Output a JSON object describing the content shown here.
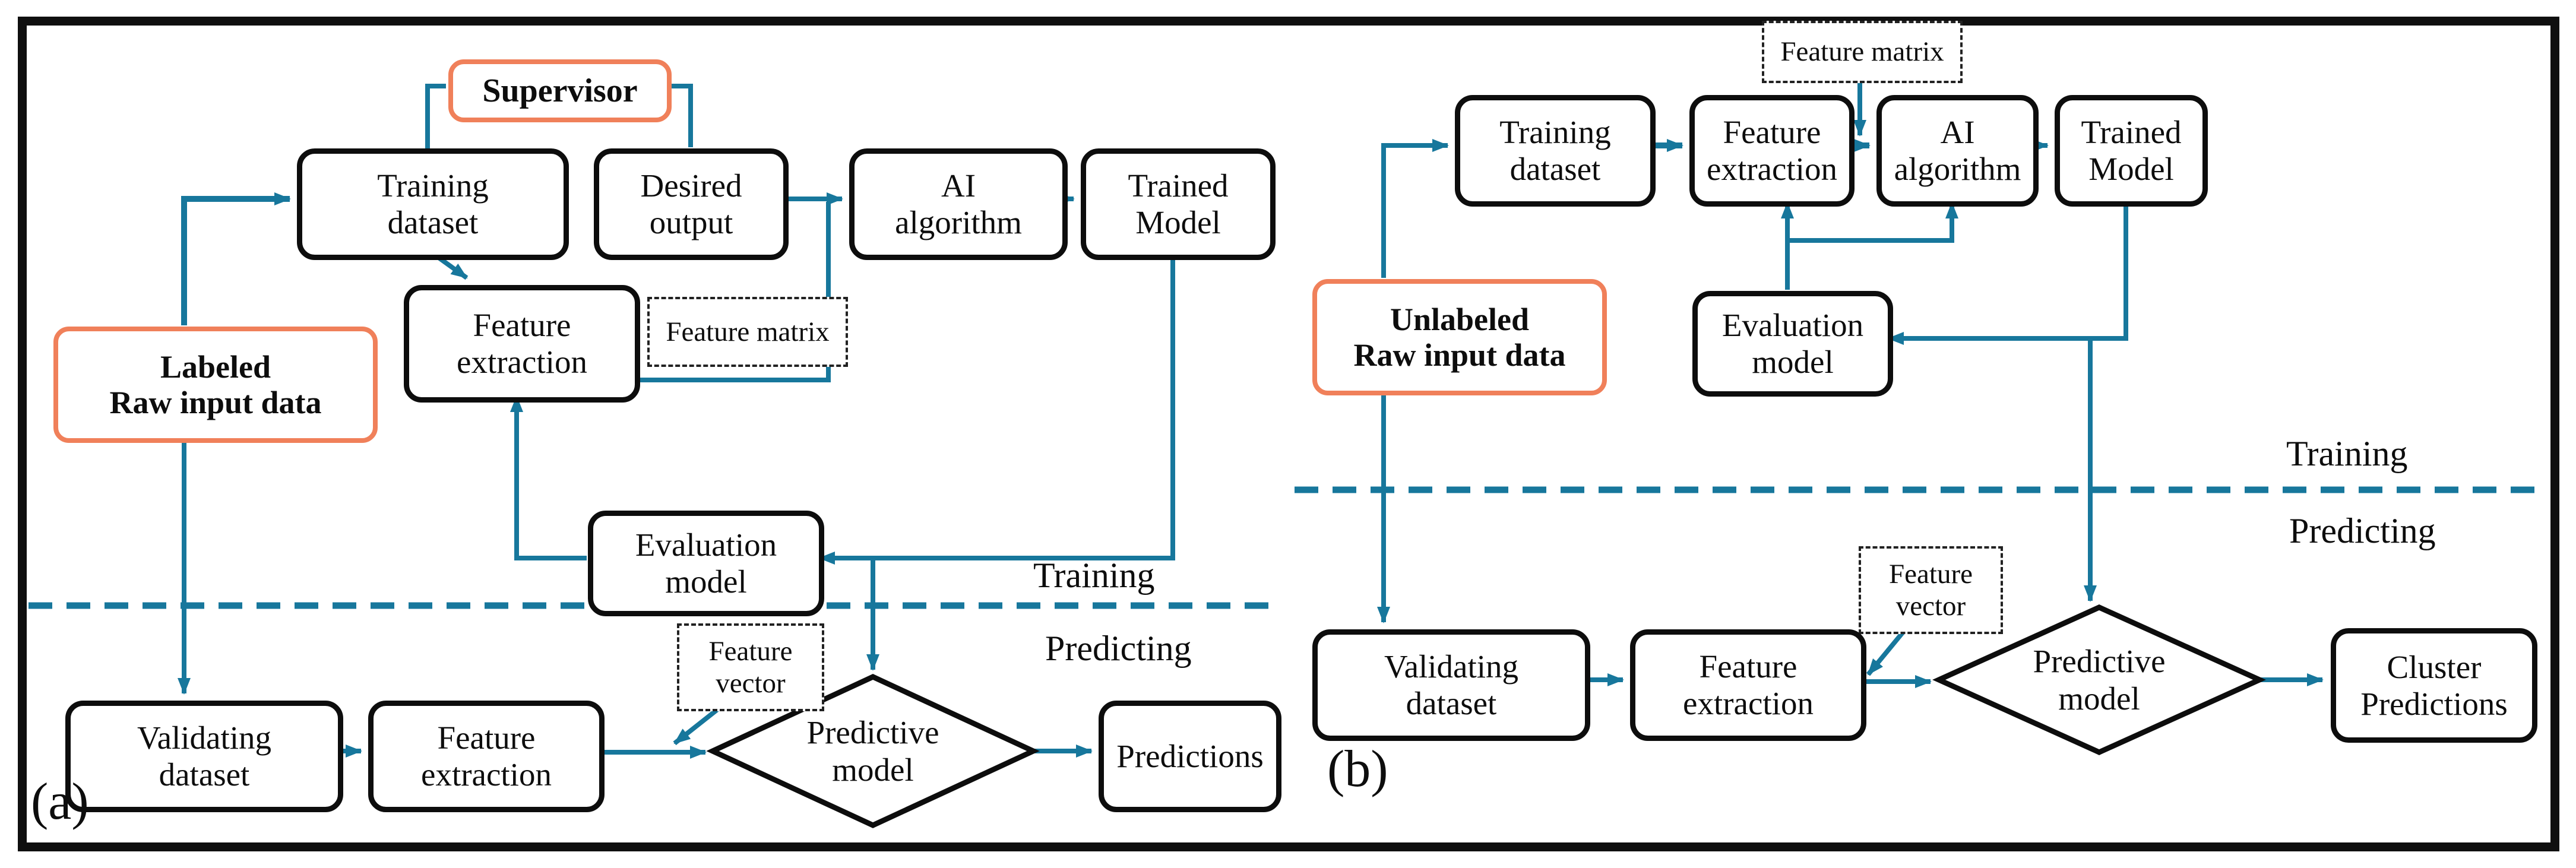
{
  "colors": {
    "accent_orange": "#F0805A",
    "line_teal": "#17779C",
    "node_border": "#111111"
  },
  "figure_a": {
    "panel_label": "(a)",
    "zone_labels": {
      "training": "Training",
      "predicting": "Predicting"
    },
    "nodes": {
      "supervisor": "Supervisor",
      "training_dataset": "Training\ndataset",
      "desired_output": "Desired\noutput",
      "ai_algorithm": "AI\nalgorithm",
      "trained_model": "Trained\nModel",
      "feature_extraction_train": "Feature\nextraction",
      "labeled_raw_input": "Labeled\nRaw input data",
      "evaluation_model": "Evaluation\nmodel",
      "validating_dataset": "Validating\ndataset",
      "feature_extraction_predict": "Feature\nextraction",
      "predictive_model": "Predictive\nmodel",
      "predictions": "Predictions",
      "feature_matrix": "Feature matrix",
      "feature_vector": "Feature\nvector"
    }
  },
  "figure_b": {
    "panel_label": "(b)",
    "zone_labels": {
      "training": "Training",
      "predicting": "Predicting"
    },
    "nodes": {
      "training_dataset": "Training\ndataset",
      "feature_extraction_train": "Feature\nextraction",
      "ai_algorithm": "AI\nalgorithm",
      "trained_model": "Trained\nModel",
      "feature_matrix": "Feature matrix",
      "unlabeled_raw_input": "Unlabeled\nRaw input data",
      "evaluation_model": "Evaluation\nmodel",
      "validating_dataset": "Validating\ndataset",
      "feature_extraction_predict": "Feature\nextraction",
      "feature_vector": "Feature\nvector",
      "predictive_model": "Predictive\nmodel",
      "cluster_predictions": "Cluster\nPredictions"
    }
  }
}
